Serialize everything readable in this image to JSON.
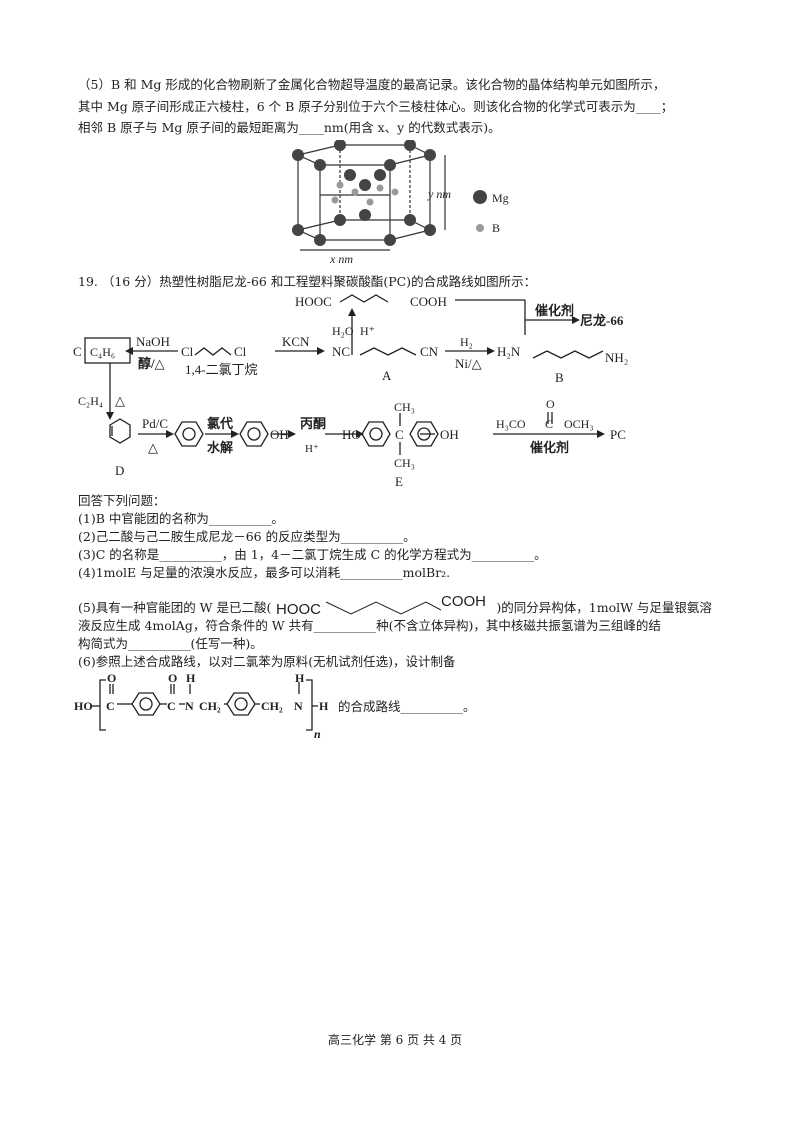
{
  "q18_5": {
    "line1": "（5）B 和 Mg 形成的化合物刷新了金属化合物超导温度的最高记录。该化合物的晶体结构单元如图所示，",
    "line2": "其中 Mg 原子间形成正六棱柱，6 个 B 原子分别位于六个三棱柱体心。则该化合物的化学式可表示为____；",
    "line3": "相邻 B 原子与 Mg 原子间的最短距离为____nm(用含 x、y 的代数式表示)。",
    "fig": {
      "y_label": "y nm",
      "x_label": "x nm",
      "legend_mg": "Mg",
      "legend_b": "B"
    }
  },
  "q19": {
    "title": "19.  （16 分）热塑性树脂尼龙-66 和工程塑料聚碳酸酯(PC)的合成路线如图所示：",
    "scheme": {
      "hooc": "HOOC",
      "cooh": "COOH",
      "h2o": "H₂O",
      "hplus": "H⁺",
      "catalyst": "催化剂",
      "nylon": "尼龙-66",
      "c": "C",
      "c4h6": "C₄H₆",
      "naoh": "NaOH",
      "alcohol": "醇/△",
      "cl1": "Cl",
      "cl2": "Cl",
      "dichlorobutane": "1,4-二氯丁烷",
      "kcn": "KCN",
      "nc": "NC",
      "cn": "CN",
      "a": "A",
      "h2": "H₂",
      "ni": "Ni/△",
      "h2n": "H₂N",
      "nh2": "NH₂",
      "b": "B",
      "c2h4": "C₂H₄",
      "delta": "△",
      "pdc": "Pd/C",
      "delta2": "△",
      "d": "D",
      "chlorination": "氯代",
      "hydrolysis": "水解",
      "oh1": "OH",
      "acetone": "丙酮",
      "hplus2": "H⁺",
      "ho": "HO",
      "ch3a": "CH₃",
      "ch3b": "CH₃",
      "c_center": "C",
      "oh2": "OH",
      "e": "E",
      "carbonate_left": "H₃CO",
      "carbonate_right": "OCH₃",
      "carbonate_c": "C",
      "carbonate_o": "O",
      "catalyst2": "催化剂",
      "pc": "PC"
    },
    "intro": "回答下列问题：",
    "q1": "(1)B 中官能团的名称为__________。",
    "q2": "(2)己二酸与己二胺生成尼龙－66 的反应类型为__________。",
    "q3": "(3)C 的名称是__________，由 1，4－二氯丁烷生成 C 的化学方程式为__________。",
    "q4": "(4)1molE 与足量的浓溴水反应，最多可以消耗__________molBr₂.",
    "q5a": "(5)具有一种官能团的 W 是已二酸(",
    "q5_hooc": "HOOC",
    "q5_cooh": "COOH",
    "q5b": ")的同分异构体，1molW 与足量银氨溶",
    "q5c": "液反应生成 4molAg，符合条件的 W 共有__________种(不含立体异构)，其中核磁共振氢谱为三组峰的结",
    "q5d": "构简式为__________(任写一种)。",
    "q6": "(6)参照上述合成路线，以对二氯苯为原料(无机试剂任选)，设计制备",
    "polymer": {
      "ho": "HO",
      "c1": "C",
      "o1": "O",
      "c2": "C",
      "o2": "O",
      "n1": "N",
      "h1": "H",
      "ch2a": "CH₂",
      "ch2b": "CH₂",
      "n2": "N",
      "h2": "H",
      "h_end": "H",
      "n": "n"
    },
    "q6_tail": "的合成路线__________。"
  },
  "footer": "高三化学   第 6 页  共 4 页"
}
